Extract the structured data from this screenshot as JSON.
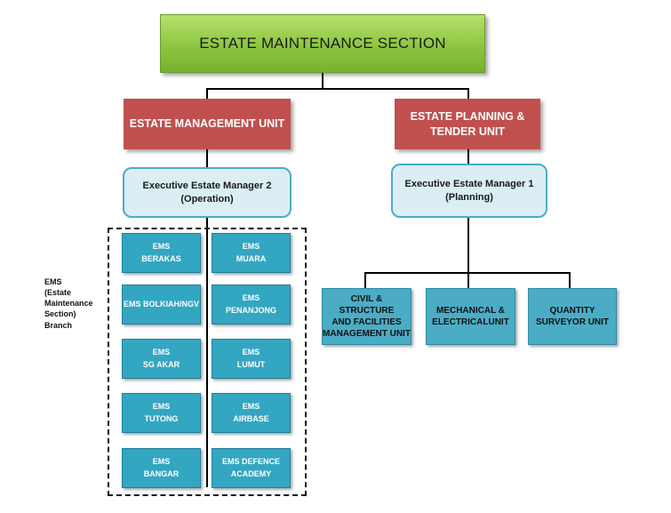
{
  "top": {
    "title": "ESTATE MAINTENANCE SECTION"
  },
  "units": [
    {
      "label": "ESTATE MANAGEMENT UNIT"
    },
    {
      "label": "ESTATE PLANNING &\nTENDER UNIT"
    }
  ],
  "managers": [
    {
      "label": "Executive Estate Manager 2\n(Operation)"
    },
    {
      "label": "Executive Estate Manager 1\n(Planning)"
    }
  ],
  "branch_label": "EMS\n(Estate\nMaintenance\nSection)\nBranch",
  "ems_left": [
    {
      "label": "EMS\nBERAKAS"
    },
    {
      "label": "EMS BOLKIAH/NGV"
    },
    {
      "label": "EMS\nSG AKAR"
    },
    {
      "label": "EMS\nTUTONG"
    },
    {
      "label": "EMS\nBANGAR"
    }
  ],
  "ems_right": [
    {
      "label": "EMS\nMUARA"
    },
    {
      "label": "EMS\nPENANJONG"
    },
    {
      "label": "EMS\nLUMUT"
    },
    {
      "label": "EMS\nAIRBASE"
    },
    {
      "label": "EMS DEFENCE\nACADEMY"
    }
  ],
  "planning_units": [
    {
      "label": "CIVIL & STRUCTURE\nAND FACILITIES\nMANAGEMENT UNIT"
    },
    {
      "label": "MECHANICAL &\nELECTRICALUNIT"
    },
    {
      "label": "QUANTITY\nSURVEYOR UNIT"
    }
  ]
}
